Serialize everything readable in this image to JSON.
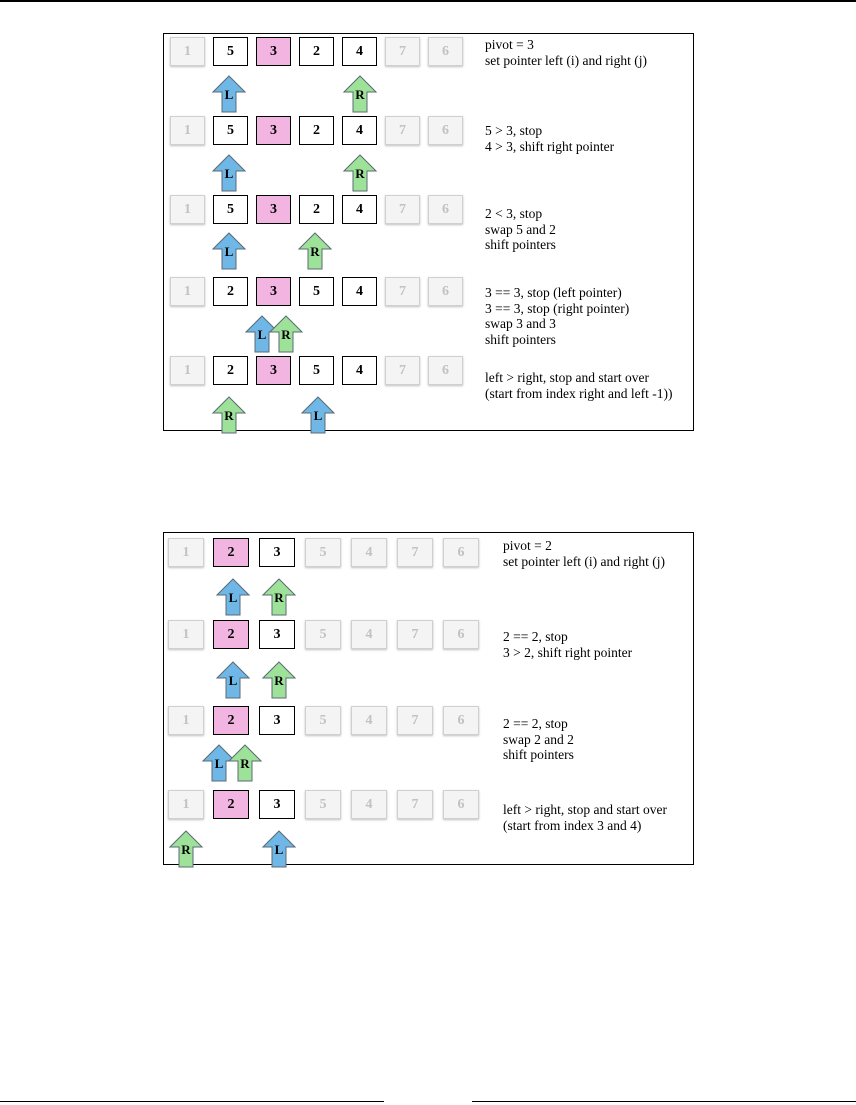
{
  "colors": {
    "pivot_fill": "#f2b5e2",
    "left_pointer": "#6fb7e6",
    "right_pointer": "#9ee29a",
    "inactive_text": "#c2c2c2"
  },
  "icons": {
    "left_pointer": "up-arrow-icon",
    "right_pointer": "up-arrow-icon"
  },
  "panels": [
    {
      "rows": [
        {
          "cells": [
            {
              "v": "1",
              "s": "inactive"
            },
            {
              "v": "5",
              "s": "active"
            },
            {
              "v": "3",
              "s": "pivot"
            },
            {
              "v": "2",
              "s": "active"
            },
            {
              "v": "4",
              "s": "active"
            },
            {
              "v": "7",
              "s": "inactive"
            },
            {
              "v": "6",
              "s": "inactive"
            }
          ],
          "pointers": [
            {
              "label": "L",
              "kind": "left"
            },
            {
              "label": "R",
              "kind": "right"
            }
          ],
          "notes": [
            "pivot = 3",
            "set pointer left (i) and right (j)"
          ]
        },
        {
          "cells": [
            {
              "v": "1",
              "s": "inactive"
            },
            {
              "v": "5",
              "s": "active"
            },
            {
              "v": "3",
              "s": "pivot"
            },
            {
              "v": "2",
              "s": "active"
            },
            {
              "v": "4",
              "s": "active"
            },
            {
              "v": "7",
              "s": "inactive"
            },
            {
              "v": "6",
              "s": "inactive"
            }
          ],
          "pointers": [
            {
              "label": "L",
              "kind": "left"
            },
            {
              "label": "R",
              "kind": "right"
            }
          ],
          "notes": [
            "5 > 3, stop",
            "4 > 3, shift right pointer"
          ]
        },
        {
          "cells": [
            {
              "v": "1",
              "s": "inactive"
            },
            {
              "v": "5",
              "s": "active"
            },
            {
              "v": "3",
              "s": "pivot"
            },
            {
              "v": "2",
              "s": "active"
            },
            {
              "v": "4",
              "s": "active"
            },
            {
              "v": "7",
              "s": "inactive"
            },
            {
              "v": "6",
              "s": "inactive"
            }
          ],
          "pointers": [
            {
              "label": "L",
              "kind": "left"
            },
            {
              "label": "R",
              "kind": "right"
            }
          ],
          "notes": [
            "2 < 3, stop",
            "swap 5 and 2",
            "shift pointers"
          ]
        },
        {
          "cells": [
            {
              "v": "1",
              "s": "inactive"
            },
            {
              "v": "2",
              "s": "active"
            },
            {
              "v": "3",
              "s": "pivot"
            },
            {
              "v": "5",
              "s": "active"
            },
            {
              "v": "4",
              "s": "active"
            },
            {
              "v": "7",
              "s": "inactive"
            },
            {
              "v": "6",
              "s": "inactive"
            }
          ],
          "pointers": [
            {
              "label": "L",
              "kind": "left"
            },
            {
              "label": "R",
              "kind": "right"
            }
          ],
          "notes": [
            "3 == 3, stop (left pointer)",
            "3 == 3, stop (right pointer)",
            "swap 3 and 3",
            "shift pointers"
          ]
        },
        {
          "cells": [
            {
              "v": "1",
              "s": "inactive"
            },
            {
              "v": "2",
              "s": "active"
            },
            {
              "v": "3",
              "s": "pivot"
            },
            {
              "v": "5",
              "s": "active"
            },
            {
              "v": "4",
              "s": "active"
            },
            {
              "v": "7",
              "s": "inactive"
            },
            {
              "v": "6",
              "s": "inactive"
            }
          ],
          "pointers": [
            {
              "label": "R",
              "kind": "right"
            },
            {
              "label": "L",
              "kind": "left"
            }
          ],
          "notes": [
            "left > right, stop and start over",
            "(start from index right and left -1))"
          ]
        }
      ]
    },
    {
      "rows": [
        {
          "cells": [
            {
              "v": "1",
              "s": "inactive"
            },
            {
              "v": "2",
              "s": "pivot"
            },
            {
              "v": "3",
              "s": "active"
            },
            {
              "v": "5",
              "s": "inactive"
            },
            {
              "v": "4",
              "s": "inactive"
            },
            {
              "v": "7",
              "s": "inactive"
            },
            {
              "v": "6",
              "s": "inactive"
            }
          ],
          "pointers": [
            {
              "label": "L",
              "kind": "left"
            },
            {
              "label": "R",
              "kind": "right"
            }
          ],
          "notes": [
            "pivot = 2",
            "set pointer left (i) and right (j)"
          ]
        },
        {
          "cells": [
            {
              "v": "1",
              "s": "inactive"
            },
            {
              "v": "2",
              "s": "pivot"
            },
            {
              "v": "3",
              "s": "active"
            },
            {
              "v": "5",
              "s": "inactive"
            },
            {
              "v": "4",
              "s": "inactive"
            },
            {
              "v": "7",
              "s": "inactive"
            },
            {
              "v": "6",
              "s": "inactive"
            }
          ],
          "pointers": [
            {
              "label": "L",
              "kind": "left"
            },
            {
              "label": "R",
              "kind": "right"
            }
          ],
          "notes": [
            "2 == 2, stop",
            "3 > 2, shift right pointer"
          ]
        },
        {
          "cells": [
            {
              "v": "1",
              "s": "inactive"
            },
            {
              "v": "2",
              "s": "pivot"
            },
            {
              "v": "3",
              "s": "active"
            },
            {
              "v": "5",
              "s": "inactive"
            },
            {
              "v": "4",
              "s": "inactive"
            },
            {
              "v": "7",
              "s": "inactive"
            },
            {
              "v": "6",
              "s": "inactive"
            }
          ],
          "pointers": [
            {
              "label": "L",
              "kind": "left"
            },
            {
              "label": "R",
              "kind": "right"
            }
          ],
          "notes": [
            "2 == 2, stop",
            "swap 2 and 2",
            "shift pointers"
          ]
        },
        {
          "cells": [
            {
              "v": "1",
              "s": "inactive"
            },
            {
              "v": "2",
              "s": "pivot"
            },
            {
              "v": "3",
              "s": "active"
            },
            {
              "v": "5",
              "s": "inactive"
            },
            {
              "v": "4",
              "s": "inactive"
            },
            {
              "v": "7",
              "s": "inactive"
            },
            {
              "v": "6",
              "s": "inactive"
            }
          ],
          "pointers": [
            {
              "label": "R",
              "kind": "right"
            },
            {
              "label": "L",
              "kind": "left"
            }
          ],
          "notes": [
            "left > right, stop and start over",
            "(start from index 3 and 4)"
          ]
        }
      ]
    }
  ]
}
